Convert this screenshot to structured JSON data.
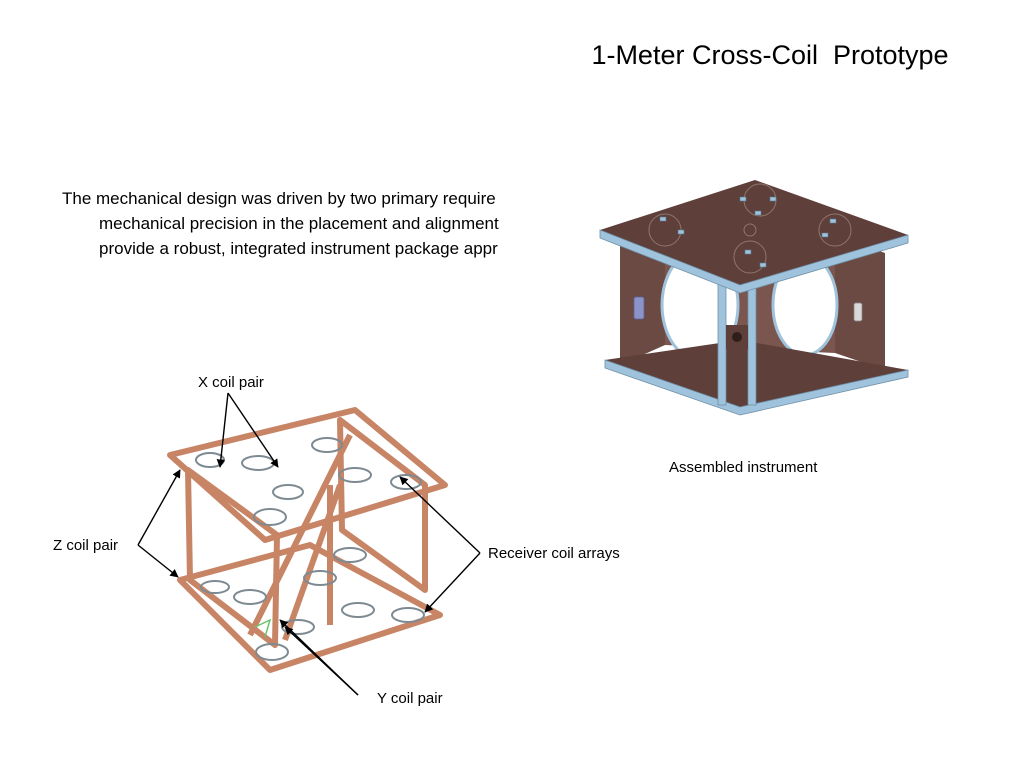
{
  "slide": {
    "title": "1-Meter Cross-Coil  Prototype",
    "body_lines": [
      "The mechanical design was driven by two primary require",
      "mechanical precision in the placement and alignment",
      "provide a robust, integrated instrument package appr"
    ]
  },
  "photo": {
    "caption": "Assembled instrument",
    "colors": {
      "plate": "#5e3f3a",
      "frame": "#9fc3dc",
      "wall": "#6b4a44"
    }
  },
  "diagram": {
    "labels": {
      "x_coil": "X coil pair",
      "z_coil": "Z coil pair",
      "receiver": "Receiver coil arrays",
      "y_coil": "Y coil pair"
    },
    "colors": {
      "coil": "#c88566",
      "coil_dark": "#9c5f45",
      "receiver": "#7d8a92"
    }
  }
}
